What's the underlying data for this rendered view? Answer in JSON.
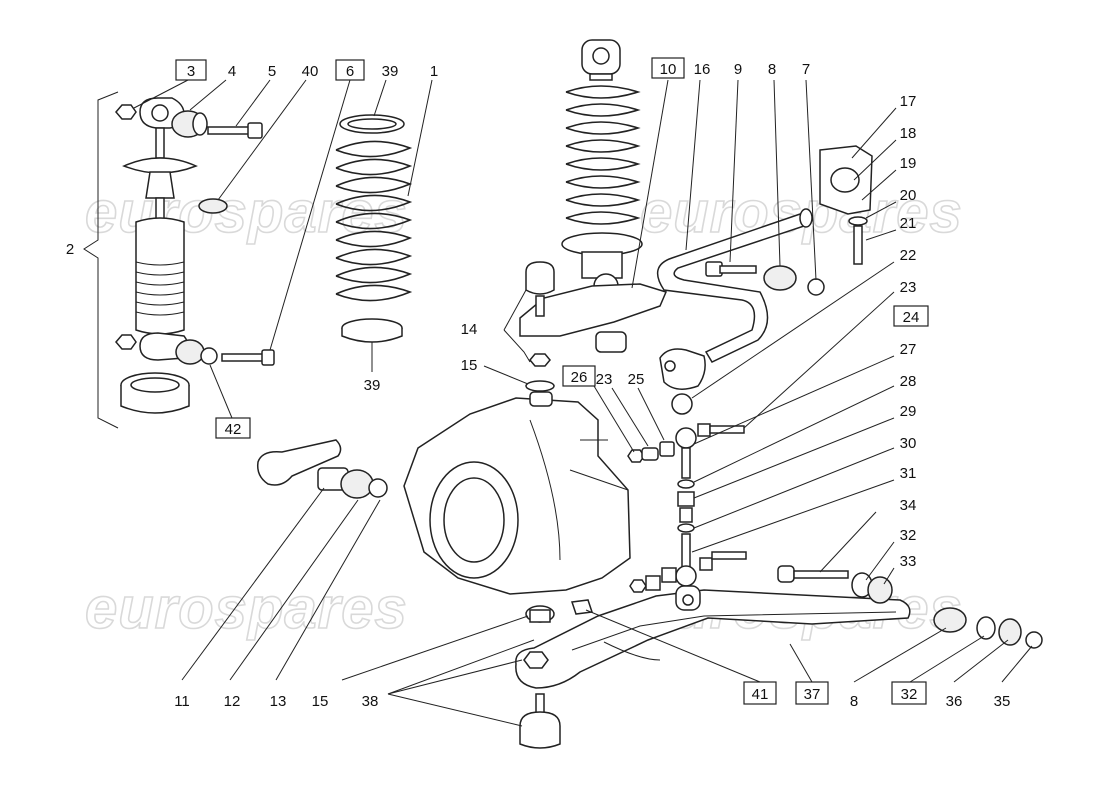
{
  "watermarks": [
    "eurospares",
    "eurospares",
    "eurospares",
    "eurospares"
  ],
  "labels": [
    {
      "text": "3",
      "boxed": true
    },
    {
      "text": "4",
      "boxed": false
    },
    {
      "text": "5",
      "boxed": false
    },
    {
      "text": "40",
      "boxed": false
    },
    {
      "text": "6",
      "boxed": true
    },
    {
      "text": "39",
      "boxed": false
    },
    {
      "text": "1",
      "boxed": false
    },
    {
      "text": "10",
      "boxed": true
    },
    {
      "text": "16",
      "boxed": false
    },
    {
      "text": "9",
      "boxed": false
    },
    {
      "text": "8",
      "boxed": false
    },
    {
      "text": "7",
      "boxed": false
    },
    {
      "text": "17",
      "boxed": false
    },
    {
      "text": "18",
      "boxed": false
    },
    {
      "text": "19",
      "boxed": false
    },
    {
      "text": "20",
      "boxed": false
    },
    {
      "text": "21",
      "boxed": false
    },
    {
      "text": "22",
      "boxed": false
    },
    {
      "text": "23",
      "boxed": false
    },
    {
      "text": "24",
      "boxed": true
    },
    {
      "text": "27",
      "boxed": false
    },
    {
      "text": "28",
      "boxed": false
    },
    {
      "text": "29",
      "boxed": false
    },
    {
      "text": "30",
      "boxed": false
    },
    {
      "text": "31",
      "boxed": false
    },
    {
      "text": "34",
      "boxed": false
    },
    {
      "text": "32",
      "boxed": false
    },
    {
      "text": "33",
      "boxed": false
    },
    {
      "text": "2",
      "boxed": false
    },
    {
      "text": "42",
      "boxed": true
    },
    {
      "text": "39",
      "boxed": false
    },
    {
      "text": "14",
      "boxed": false
    },
    {
      "text": "15",
      "boxed": false
    },
    {
      "text": "26",
      "boxed": true
    },
    {
      "text": "23",
      "boxed": false
    },
    {
      "text": "25",
      "boxed": false
    },
    {
      "text": "11",
      "boxed": false
    },
    {
      "text": "12",
      "boxed": false
    },
    {
      "text": "13",
      "boxed": false
    },
    {
      "text": "15",
      "boxed": false
    },
    {
      "text": "38",
      "boxed": false
    },
    {
      "text": "41",
      "boxed": true
    },
    {
      "text": "37",
      "boxed": true
    },
    {
      "text": "8",
      "boxed": false
    },
    {
      "text": "32",
      "boxed": true
    },
    {
      "text": "36",
      "boxed": false
    },
    {
      "text": "35",
      "boxed": false
    }
  ]
}
